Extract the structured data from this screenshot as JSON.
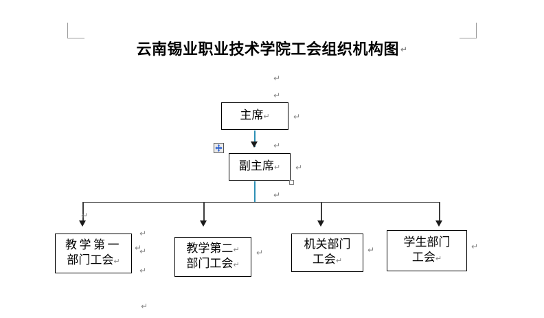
{
  "document": {
    "title": "云南锡业职业技术学院工会组织机构图",
    "title_pilcrow": "↵"
  },
  "symbols": {
    "pilcrow": "↵"
  },
  "chart_data": {
    "type": "diagram",
    "title": "云南锡业职业技术学院工会组织机构图",
    "nodes": [
      {
        "id": "chairman",
        "label": "主席",
        "lines": [
          "主席"
        ],
        "level": 0
      },
      {
        "id": "vicechair",
        "label": "副主席",
        "lines": [
          "副主席"
        ],
        "level": 1,
        "selected": true
      },
      {
        "id": "dept1",
        "label": "教学第一部门工会",
        "lines": [
          "教学第一",
          "部门工会"
        ],
        "level": 2
      },
      {
        "id": "dept2",
        "label": "教学第二部门工会",
        "lines": [
          "教学第二",
          "部门工会"
        ],
        "level": 2
      },
      {
        "id": "dept3",
        "label": "机关部门工会",
        "lines": [
          "机关部门",
          "工会"
        ],
        "level": 2
      },
      {
        "id": "dept4",
        "label": "学生部门工会",
        "lines": [
          "学生部门",
          "工会"
        ],
        "level": 2
      }
    ],
    "edges": [
      {
        "from": "chairman",
        "to": "vicechair",
        "selected": true
      },
      {
        "from": "vicechair",
        "to": "dept1"
      },
      {
        "from": "vicechair",
        "to": "dept2"
      },
      {
        "from": "vicechair",
        "to": "dept3"
      },
      {
        "from": "vicechair",
        "to": "dept4"
      }
    ]
  },
  "nodes": {
    "chairman": {
      "line1": "主席",
      "pilcrow": "↵"
    },
    "vicechair": {
      "line1": "副主席",
      "pilcrow": "↵"
    },
    "dept1": {
      "line1": "教学第一",
      "line2": "部门工会",
      "pilcrow": "↵"
    },
    "dept2": {
      "line1": "教学第二",
      "line2": "部门工会",
      "pilcrow1": "↵",
      "pilcrow2": "↵"
    },
    "dept3": {
      "line1": "机关部门",
      "line2": "工会",
      "pilcrow": "↵"
    },
    "dept4": {
      "line1": "学生部门",
      "line2": "工会",
      "pilcrow": "↵"
    }
  },
  "colors": {
    "selection_blue": "#2c8fb5",
    "move_handle_arrow": "#2a5fd0",
    "connector": "#3d3d3d",
    "margin_mark": "#9a9a9a",
    "pilcrow": "#868686"
  }
}
